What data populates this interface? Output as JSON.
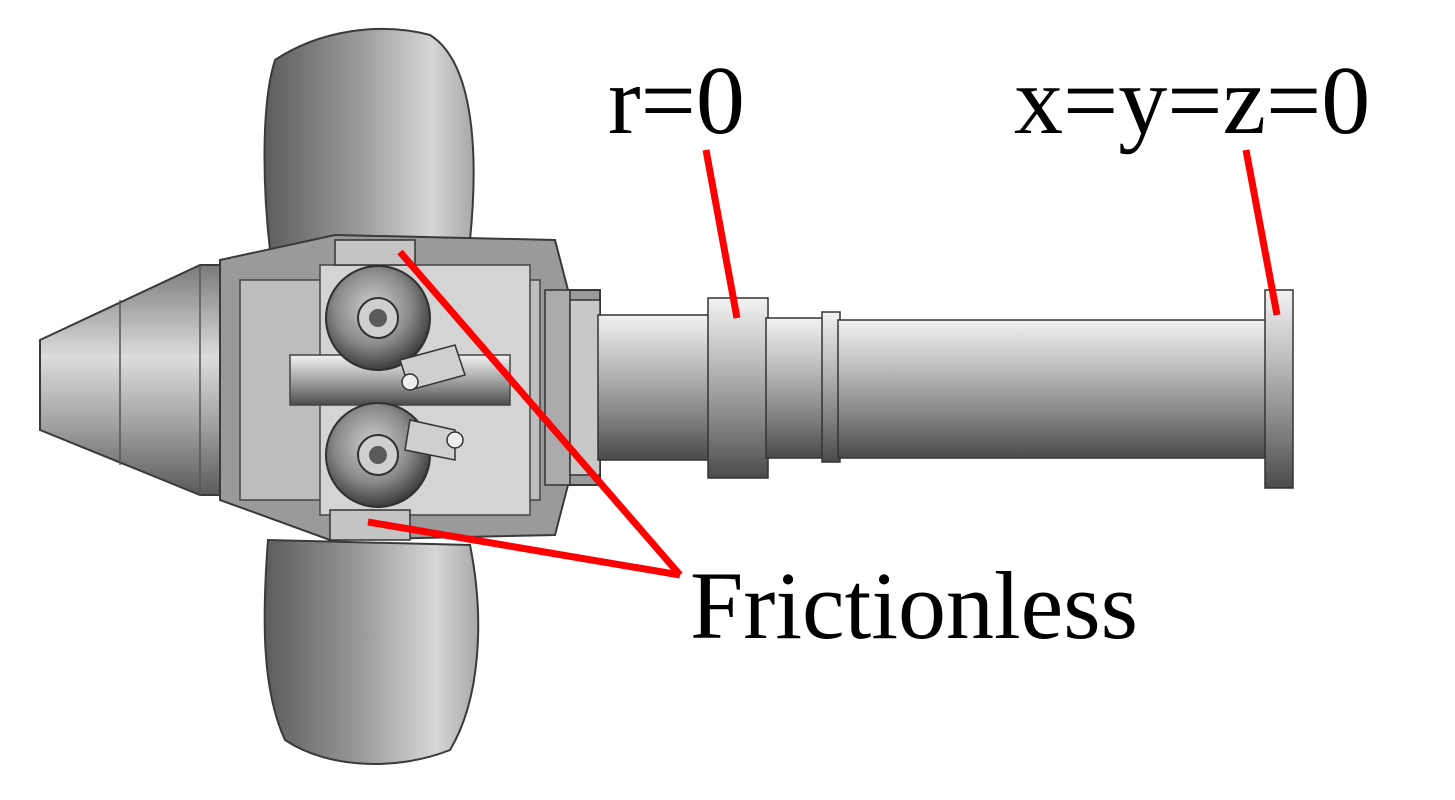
{
  "annotations": {
    "r_label": "r=0",
    "xyz_label": "x=y=z=0",
    "frictionless_label": "Frictionless"
  },
  "colors": {
    "leader_line": "#ff0000",
    "metal_dark": "#4a4a4a",
    "metal_mid": "#8c8c8c",
    "metal_light": "#d9d9d9",
    "background": "#ffffff"
  }
}
